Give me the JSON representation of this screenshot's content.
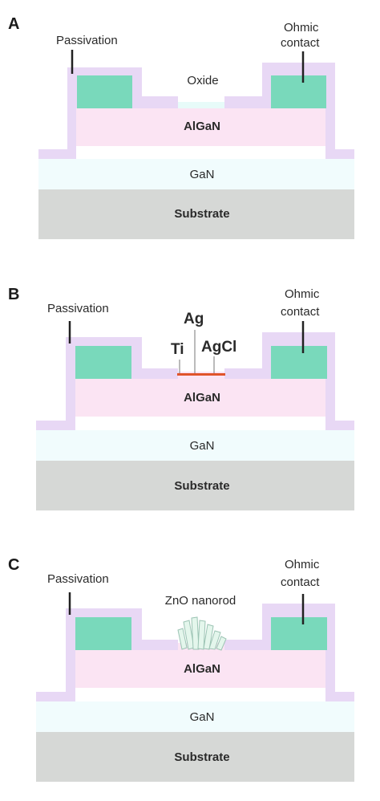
{
  "panels": [
    {
      "letter": "A",
      "passivation": "Passivation",
      "ohmic_line1": "Ohmic",
      "ohmic_line2": "contact",
      "gate_label": "Oxide",
      "algan": "AlGaN",
      "gan": "GaN",
      "substrate": "Substrate"
    },
    {
      "letter": "B",
      "passivation": "Passivation",
      "ohmic_line1": "Ohmic",
      "ohmic_line2": "contact",
      "electrode_ag": "Ag",
      "electrode_ti": "Ti",
      "electrode_agcl": "AgCl",
      "algan": "AlGaN",
      "gan": "GaN",
      "substrate": "Substrate"
    },
    {
      "letter": "C",
      "passivation": "Passivation",
      "ohmic_line1": "Ohmic",
      "ohmic_line2": "contact",
      "gate_label": "ZnO nanorod",
      "algan": "AlGaN",
      "gan": "GaN",
      "substrate": "Substrate"
    }
  ],
  "colors": {
    "passivation": "#e8d8f5",
    "contact": "#79d9bb",
    "algan": "#fbe4f3",
    "gan": "#f1fcfd",
    "substrate": "#d6d8d6",
    "gate_line": "#e0542a",
    "nanorod": "#e4f6ec"
  }
}
